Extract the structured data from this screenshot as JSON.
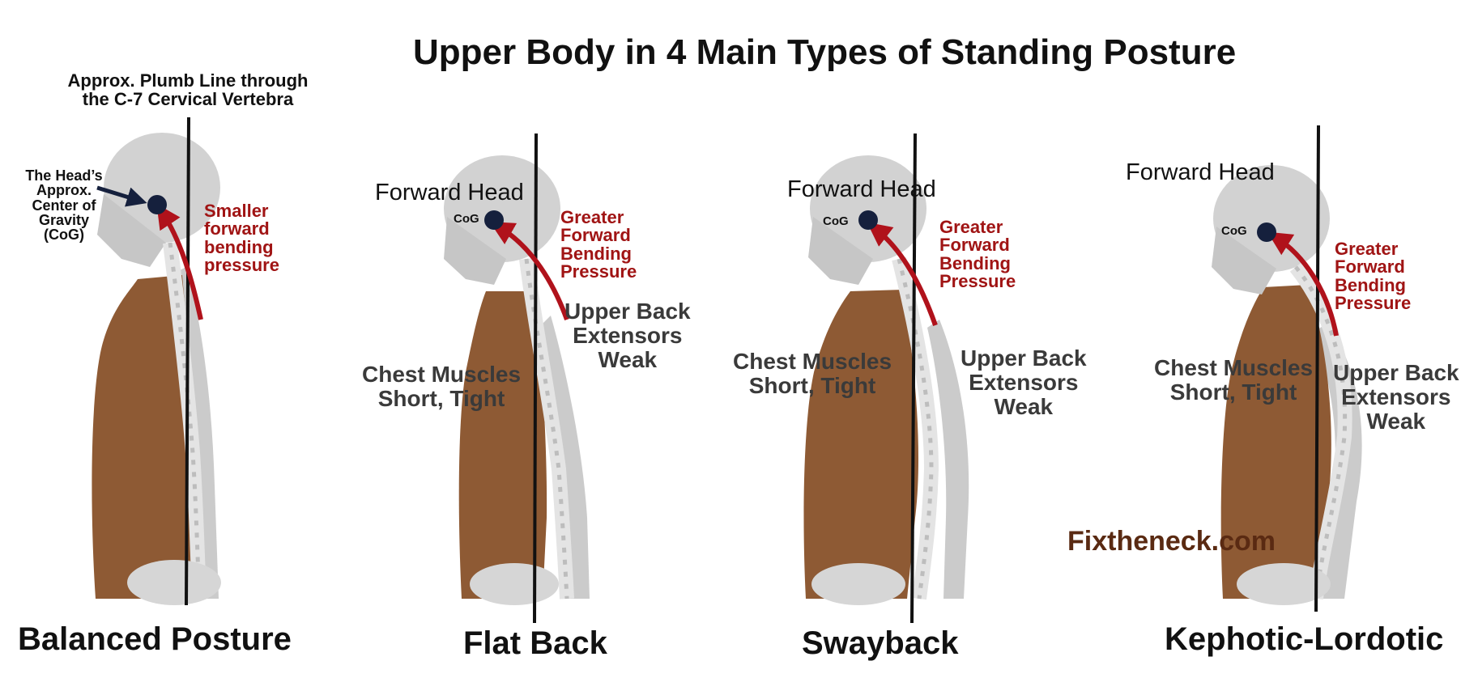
{
  "title": "Upper Body in 4 Main Types of Standing Posture",
  "plumb_line_label": [
    "Approx. Plumb Line through",
    "the  C-7  Cervical Vertebra"
  ],
  "head_cog_label": [
    "The Head’s",
    "Approx.",
    "Center of",
    "Gravity",
    "(CoG)"
  ],
  "cog_short": "CoG",
  "smaller_pressure": [
    "Smaller",
    "forward",
    "bending",
    "pressure"
  ],
  "greater_pressure": [
    "Greater",
    "Forward",
    "Bending",
    "Pressure"
  ],
  "forward_head": "Forward Head",
  "chest_muscles": [
    "Chest Muscles",
    "Short, Tight"
  ],
  "upper_back": [
    "Upper Back",
    "Extensors",
    "Weak"
  ],
  "brand": "Fixtheneck.com",
  "postures": [
    "Balanced Posture",
    "Flat Back",
    "Swayback",
    "Kephotic-Lordotic"
  ],
  "colors": {
    "skin": "#8e5a34",
    "bone": "#d0d0d0",
    "red_arrow": "#b0121b",
    "cog_dot": "#15203d",
    "plumb": "#111111"
  }
}
